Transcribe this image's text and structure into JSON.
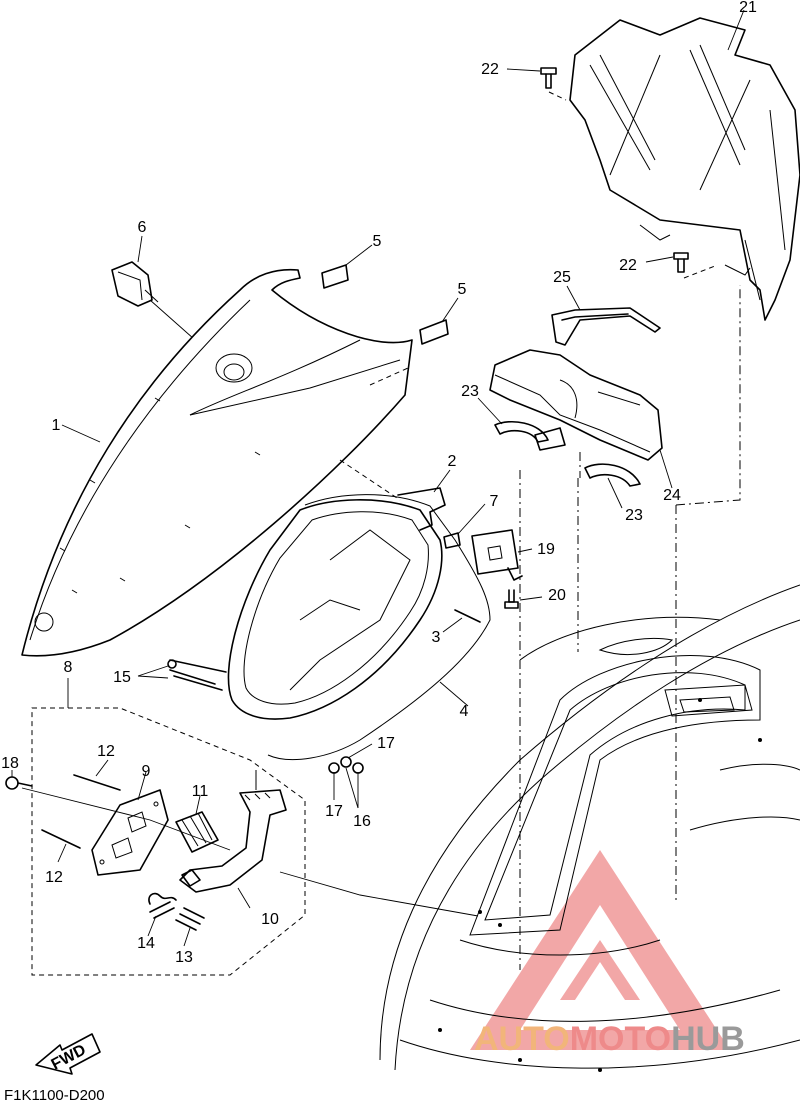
{
  "diagram": {
    "code": "F1K1100-D200",
    "fwd_label": "FWD",
    "callouts": [
      {
        "id": "n21",
        "text": "21"
      },
      {
        "id": "n22a",
        "text": "22"
      },
      {
        "id": "n22b",
        "text": "22"
      },
      {
        "id": "n6",
        "text": "6"
      },
      {
        "id": "n5a",
        "text": "5"
      },
      {
        "id": "n5b",
        "text": "5"
      },
      {
        "id": "n25",
        "text": "25"
      },
      {
        "id": "n1",
        "text": "1"
      },
      {
        "id": "n23a",
        "text": "23"
      },
      {
        "id": "n24",
        "text": "24"
      },
      {
        "id": "n23b",
        "text": "23"
      },
      {
        "id": "n2",
        "text": "2"
      },
      {
        "id": "n7",
        "text": "7"
      },
      {
        "id": "n19",
        "text": "19"
      },
      {
        "id": "n20",
        "text": "20"
      },
      {
        "id": "n3",
        "text": "3"
      },
      {
        "id": "n8",
        "text": "8"
      },
      {
        "id": "n15",
        "text": "15"
      },
      {
        "id": "n4",
        "text": "4"
      },
      {
        "id": "n17a",
        "text": "17"
      },
      {
        "id": "n18",
        "text": "18"
      },
      {
        "id": "n12a",
        "text": "12"
      },
      {
        "id": "n9",
        "text": "9"
      },
      {
        "id": "n11",
        "text": "11"
      },
      {
        "id": "n17b",
        "text": "17"
      },
      {
        "id": "n16",
        "text": "16"
      },
      {
        "id": "n12b",
        "text": "12"
      },
      {
        "id": "n10",
        "text": "10"
      },
      {
        "id": "n14",
        "text": "14"
      },
      {
        "id": "n13",
        "text": "13"
      }
    ]
  },
  "watermark": {
    "prefix": "AUTO",
    "middle": "MOTO",
    "suffix": "HUB",
    "colors": {
      "triangle": "#ee8a8a",
      "prefix": "#f2b57a",
      "middle": "#ee8a8a",
      "suffix": "#9a9a9a"
    }
  }
}
